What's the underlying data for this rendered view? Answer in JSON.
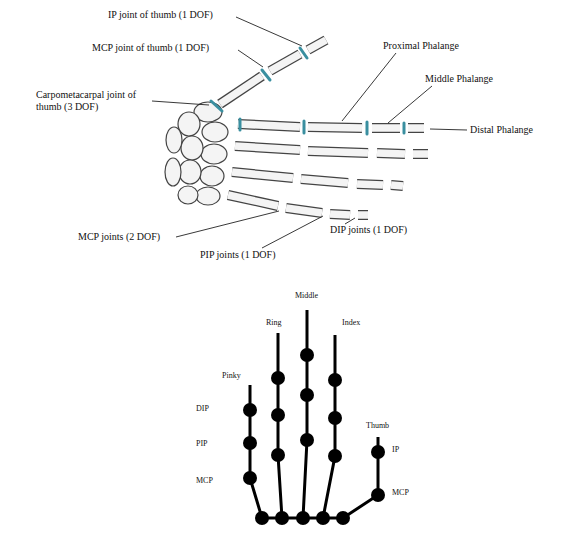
{
  "diagram": {
    "labels": [
      "IP joint of thumb (1 DOF)",
      "MCP joint of thumb (1 DOF)",
      "Carpometacarpal joint of thumb (3 DOF)",
      "Proximal Phalange",
      "Middle Phalange",
      "Distal Phalange",
      "MCP joints (2 DOF)",
      "PIP joints (1 DOF)",
      "DIP joints (1 DOF)",
      "Middle",
      "Ring",
      "Index",
      "Pinky",
      "Thumb",
      "DIP",
      "PIP",
      "IP",
      "MCP",
      "MCP"
    ]
  }
}
